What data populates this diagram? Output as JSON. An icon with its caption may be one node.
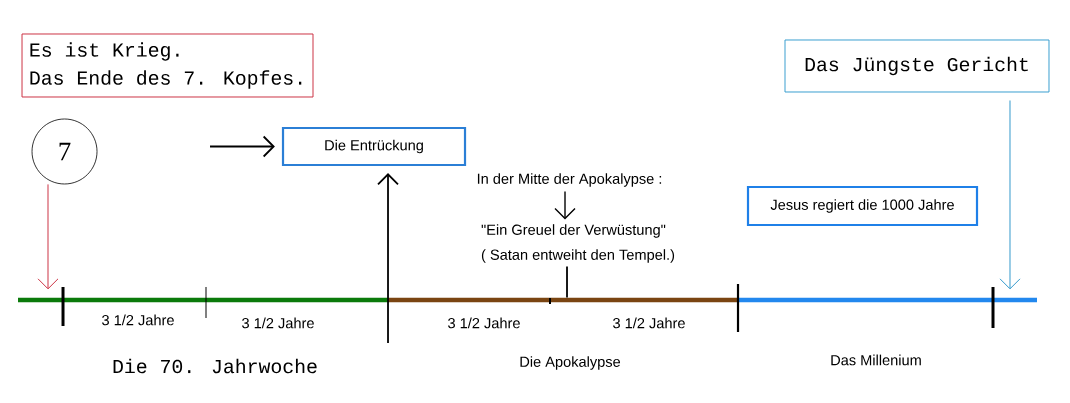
{
  "diagram": {
    "nodes": [
      {
        "text": [
          "Es ist Krieg.",
          "Das Ende des 7. Kopfes."
        ]
      },
      {
        "text": [
          "7"
        ]
      },
      {
        "text": [
          "Die Entrückung"
        ]
      },
      {
        "text": [
          "Das Jüngste Gericht"
        ]
      },
      {
        "text": [
          "Jesus regiert die 1000 Jahre"
        ]
      },
      {
        "text": [
          "In der Mitte der Apokalypse :"
        ]
      },
      {
        "text": [
          "\"Ein Greuel der Verwüstung\"",
          "( Satan entweiht den Tempel.)"
        ]
      },
      {
        "text": [],
        "shape": "bar",
        "beside": [
          "3 1/2 Jahre",
          "3 1/2 Jahre",
          "Die 70. Jahrwoche"
        ]
      },
      {
        "text": [],
        "shape": "bar",
        "beside": [
          "3 1/2 Jahre",
          "3 1/2 Jahre",
          "Die Apokalypse"
        ]
      },
      {
        "text": [],
        "shape": "bar",
        "beside": [
          "Das Millenium"
        ]
      }
    ],
    "edges": [
      {
        "from": 1,
        "to": 7,
        "arrow": "to",
        "color": "#cc3344"
      },
      {
        "from": null,
        "to": 2,
        "arrow": "to"
      },
      {
        "from": null,
        "to": 2,
        "arrow": "to"
      },
      {
        "from": 3,
        "to": 9,
        "arrow": "to",
        "color": "#3399cc"
      },
      {
        "from": 5,
        "to": 6,
        "arrow": "to"
      },
      {
        "from": 6,
        "to": 8,
        "arrow": "none"
      }
    ]
  }
}
